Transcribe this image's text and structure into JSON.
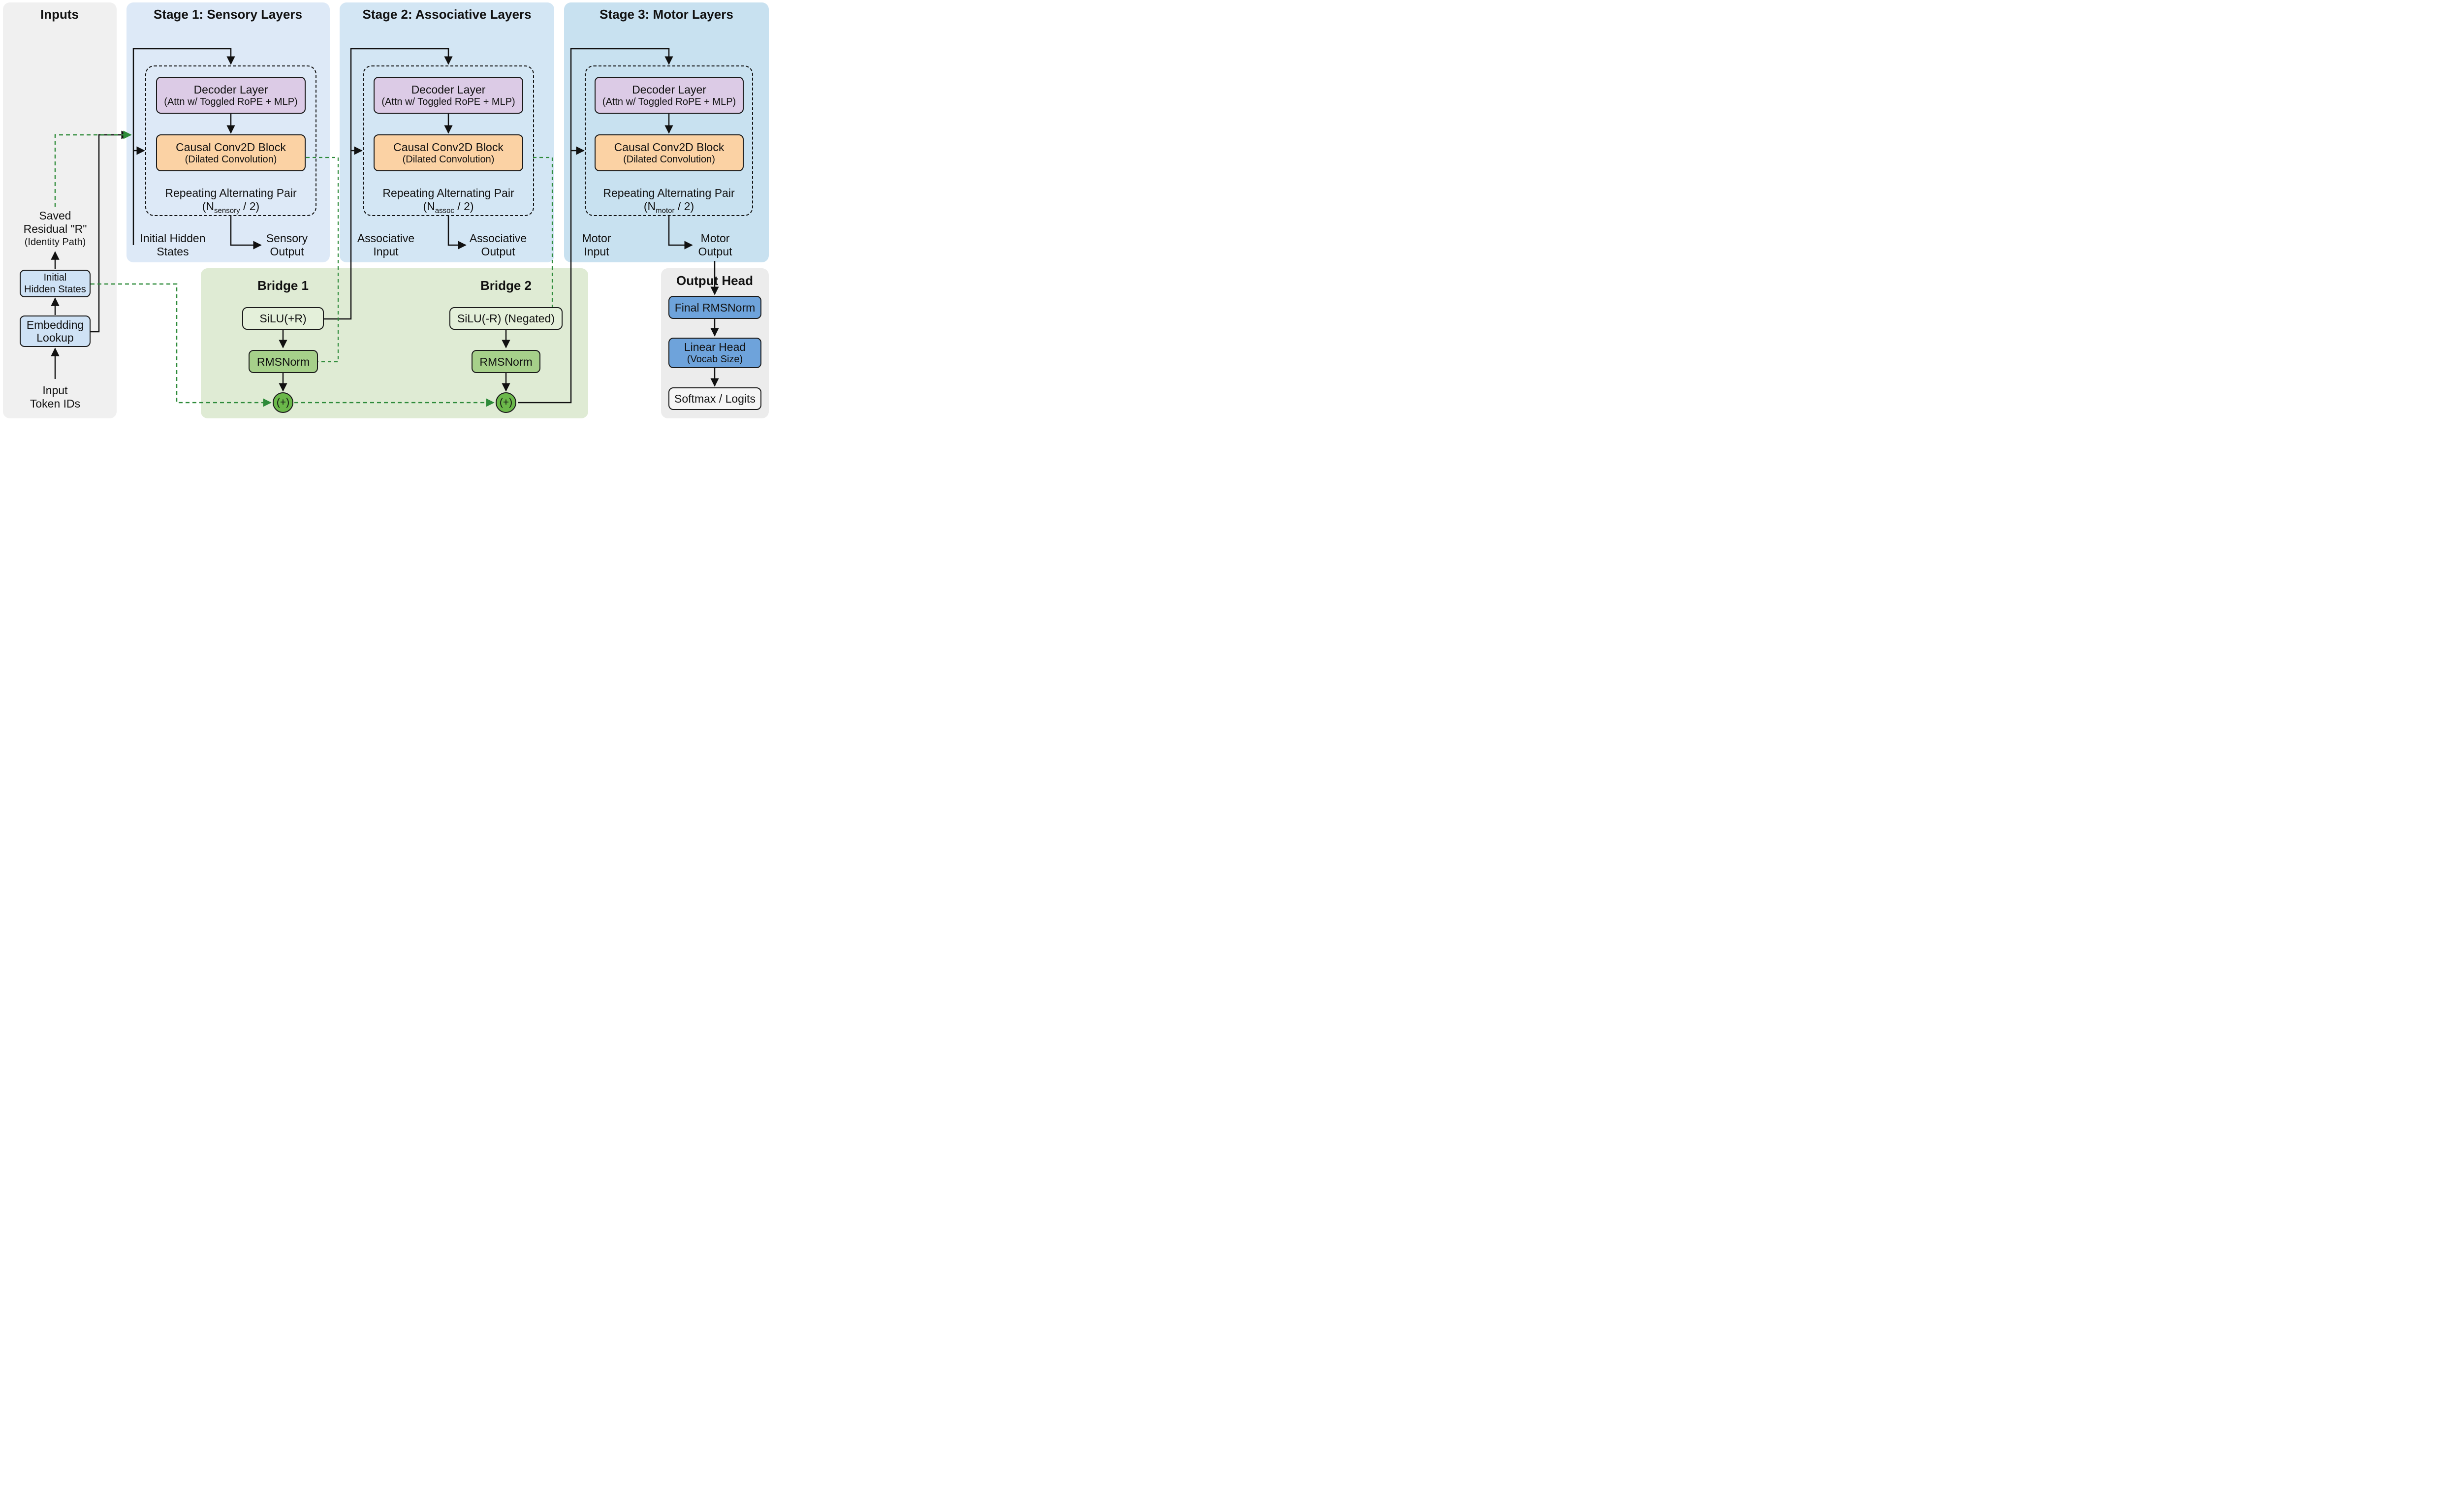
{
  "panels": {
    "inputs": "Inputs",
    "stage1": "Stage 1: Sensory Layers",
    "stage2": "Stage 2: Associative Layers",
    "stage3": "Stage 3: Motor Layers",
    "bridge1": "Bridge 1",
    "bridge2": "Bridge 2",
    "output_head": "Output Head"
  },
  "inputs": {
    "token_ids_line1": "Input",
    "token_ids_line2": "Token IDs",
    "embedding_line1": "Embedding",
    "embedding_line2": "Lookup",
    "initial_hidden_line1": "Initial",
    "initial_hidden_line2": "Hidden States",
    "saved_residual_line1": "Saved",
    "saved_residual_line2": "Residual \"R\"",
    "saved_residual_line3": "(Identity Path)"
  },
  "stages": {
    "decoder_line1": "Decoder Layer",
    "decoder_line2": "(Attn w/ Toggled RoPE + MLP)",
    "conv_line1": "Causal Conv2D Block",
    "conv_line2": "(Dilated Convolution)",
    "repeat_label": "Repeating Alternating Pair",
    "n_prefix": "(N",
    "n_suffix": " / 2)",
    "sensory_sub": "sensory",
    "assoc_sub": "assoc",
    "motor_sub": "motor",
    "s1_in_line1": "Initial Hidden",
    "s1_in_line2": "States",
    "s1_out_line1": "Sensory",
    "s1_out_line2": "Output",
    "s2_in_line1": "Associative",
    "s2_in_line2": "Input",
    "s2_out_line1": "Associative",
    "s2_out_line2": "Output",
    "s3_in_line1": "Motor",
    "s3_in_line2": "Input",
    "s3_out_line1": "Motor",
    "s3_out_line2": "Output"
  },
  "bridges": {
    "silu_plus": "SiLU(+R)",
    "silu_neg": "SiLU(-R) (Negated)",
    "rmsnorm": "RMSNorm",
    "add_symbol": "(+)"
  },
  "output": {
    "final_rmsnorm": "Final RMSNorm",
    "linear_line1": "Linear Head",
    "linear_line2": "(Vocab Size)",
    "softmax": "Softmax / Logits"
  },
  "colors": {
    "decoder": "#dccbe6",
    "conv": "#fbd2a4",
    "residual_path": "#2e8b3a",
    "rmsnorm": "#a6d08a",
    "output_box": "#6ea3db"
  }
}
